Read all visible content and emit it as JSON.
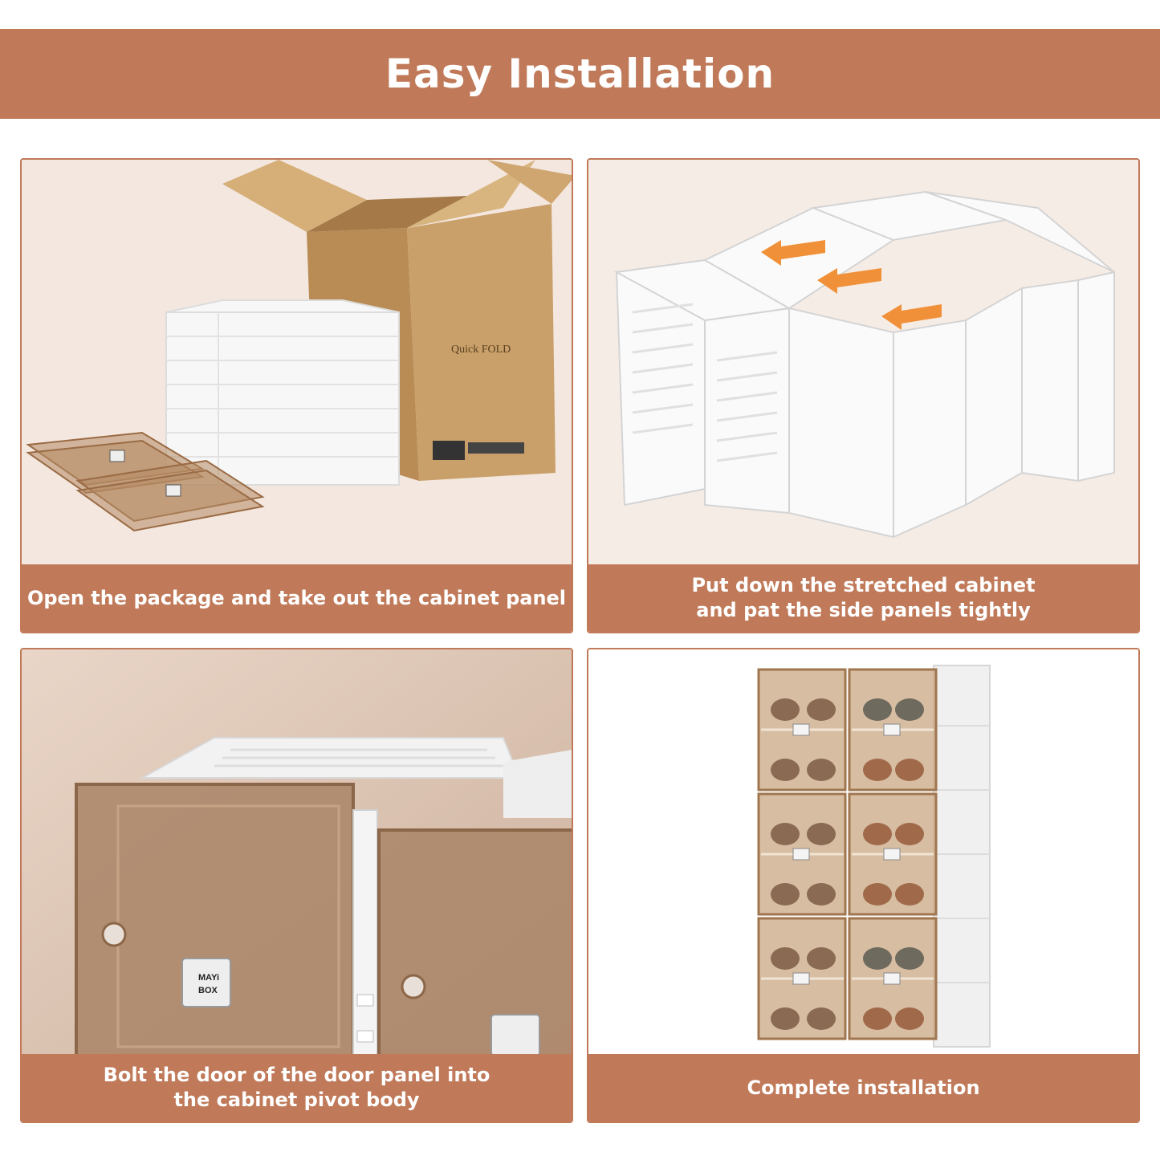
{
  "header": {
    "title": "Easy Installation"
  },
  "steps": [
    {
      "caption_line1": "Open the package and take out the cabinet panel",
      "caption_line2": ""
    },
    {
      "caption_line1": "Put down the stretched cabinet",
      "caption_line2": "and pat the side panels tightly"
    },
    {
      "caption_line1": "Bolt the door of the door panel into",
      "caption_line2": "the cabinet pivot body"
    },
    {
      "caption_line1": "Complete installation",
      "caption_line2": ""
    }
  ],
  "box_print": {
    "brand": "Quick FOLD"
  },
  "logo_text": {
    "line1": "MAYi",
    "line2": "BOX"
  },
  "colors": {
    "accent": "#c07a5a",
    "card_bg": "#f3e7df",
    "door_tint": "#b8926e",
    "arrow": "#f0913a"
  }
}
